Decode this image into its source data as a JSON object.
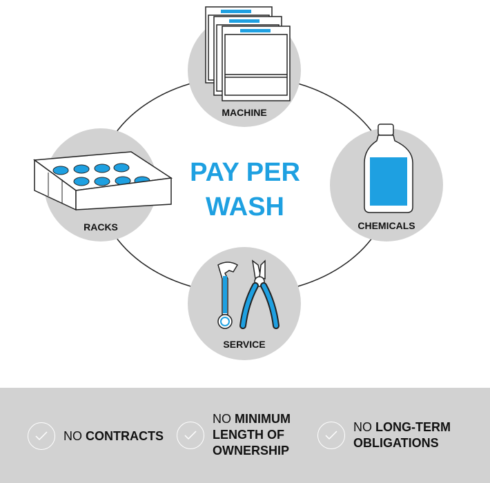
{
  "title": {
    "line1": "PAY PER",
    "line2": "WASH"
  },
  "nodes": {
    "machine": "MACHINE",
    "chemicals": "CHEMICALS",
    "service": "SERVICE",
    "racks": "RACKS"
  },
  "benefits": [
    {
      "prefix": "NO",
      "rest": "CONTRACTS"
    },
    {
      "prefix": "NO",
      "line1": "MINIMUM",
      "line2": "LENGTH OF",
      "line3": "OWNERSHIP"
    },
    {
      "prefix": "NO",
      "line1": "LONG-TERM",
      "line2": "OBLIGATIONS"
    }
  ],
  "colors": {
    "accent": "#1ea0e1",
    "node_circle": "#d2d2d2",
    "footer": "#d2d2d2",
    "text": "#111111"
  },
  "icons": [
    "dishwasher-icon",
    "detergent-bottle-icon",
    "wrench-icon",
    "pliers-icon",
    "dish-rack-icon",
    "check-icon"
  ]
}
